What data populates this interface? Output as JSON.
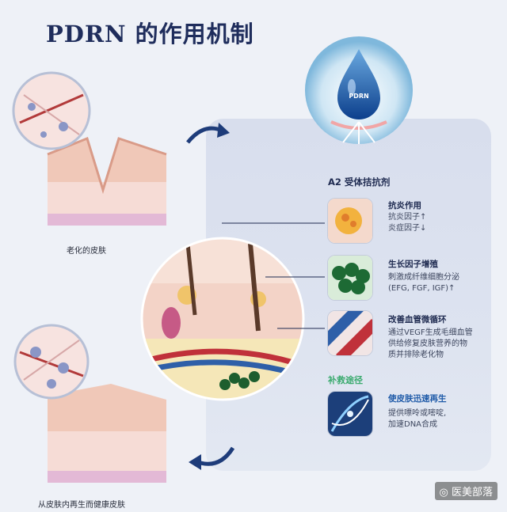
{
  "title": "PDRN 的作用机制",
  "drop_label": "PDRN",
  "left": {
    "aged_caption": "老化的皮肤",
    "healthy_caption": "从皮肤内再生而健康皮肤"
  },
  "panel": {
    "heading": "A2 受体拮抗剂",
    "items": [
      {
        "title": "抗炎作用",
        "lines": [
          "抗炎因子↑",
          "炎症因子↓"
        ]
      },
      {
        "title": "生长因子增殖",
        "lines": [
          "刺激成纤维细胞分泌",
          "(EFG, FGF, IGF)↑"
        ]
      },
      {
        "title": "改善血管微循环",
        "lines": [
          "通过VEGF生成毛细血管",
          "供给修复皮肤营养的物",
          "质并排除老化物"
        ]
      }
    ],
    "salvage_heading": "补救途径",
    "salvage_item": {
      "title": "使皮肤迅速再生",
      "lines": [
        "提供嘌呤或嘧啶,",
        "加速DNA合成"
      ]
    }
  },
  "watermark": "医美部落",
  "colors": {
    "title": "#1f2d5c",
    "accent_blue": "#1e5aa8",
    "green": "#3aaa6e",
    "panel": "#dbe1ee"
  }
}
